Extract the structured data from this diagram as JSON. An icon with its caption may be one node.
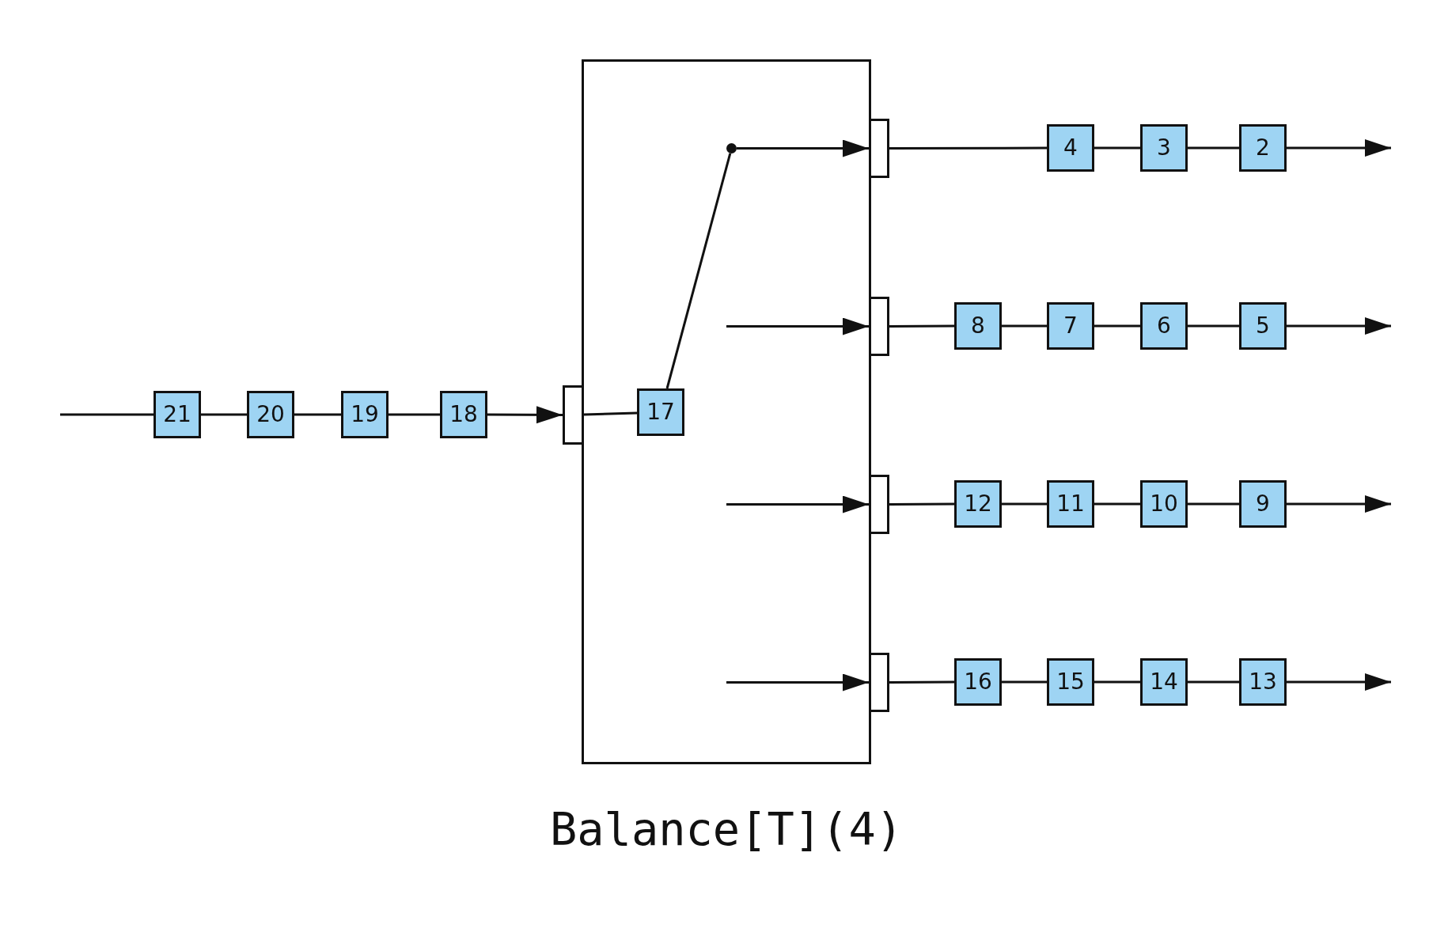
{
  "diagram": {
    "nodes": [
      {
        "text": [],
        "shape": "box",
        "beside": [
          "Balance[T](4)"
        ]
      },
      {
        "text": [
          "21"
        ]
      },
      {
        "text": [
          "20"
        ]
      },
      {
        "text": [
          "19"
        ]
      },
      {
        "text": [
          "18"
        ]
      },
      {
        "text": [],
        "shape": "box"
      },
      {
        "text": [
          "17"
        ],
        "in": 0
      },
      {
        "text": [],
        "shape": "circle",
        "in": 0
      },
      {
        "text": [],
        "shape": "box"
      },
      {
        "text": [
          "4"
        ]
      },
      {
        "text": [
          "3"
        ]
      },
      {
        "text": [
          "2"
        ]
      },
      {
        "text": [],
        "shape": "box"
      },
      {
        "text": [
          "8"
        ]
      },
      {
        "text": [
          "7"
        ]
      },
      {
        "text": [
          "6"
        ]
      },
      {
        "text": [
          "5"
        ]
      },
      {
        "text": [],
        "shape": "box"
      },
      {
        "text": [
          "12"
        ]
      },
      {
        "text": [
          "11"
        ]
      },
      {
        "text": [
          "10"
        ]
      },
      {
        "text": [
          "9"
        ]
      },
      {
        "text": [],
        "shape": "box"
      },
      {
        "text": [
          "16"
        ]
      },
      {
        "text": [
          "15"
        ]
      },
      {
        "text": [
          "14"
        ]
      },
      {
        "text": [
          "13"
        ]
      }
    ],
    "edges": [
      {
        "from": null,
        "to": 1,
        "arrow": "none"
      },
      {
        "from": 1,
        "to": 2,
        "arrow": "none"
      },
      {
        "from": 2,
        "to": 3,
        "arrow": "none"
      },
      {
        "from": 3,
        "to": 4,
        "arrow": "none"
      },
      {
        "from": 4,
        "to": 5,
        "arrow": "to"
      },
      {
        "from": 5,
        "to": 6,
        "arrow": "none"
      },
      {
        "from": 6,
        "to": 7,
        "arrow": "none"
      },
      {
        "from": 7,
        "to": 8,
        "arrow": "to"
      },
      {
        "from": null,
        "to": 12,
        "arrow": "to"
      },
      {
        "from": null,
        "to": 17,
        "arrow": "to"
      },
      {
        "from": null,
        "to": 22,
        "arrow": "to"
      },
      {
        "from": 8,
        "to": 9,
        "arrow": "none"
      },
      {
        "from": 9,
        "to": 10,
        "arrow": "none"
      },
      {
        "from": 10,
        "to": 11,
        "arrow": "none"
      },
      {
        "from": 11,
        "to": null,
        "arrow": "to"
      },
      {
        "from": 12,
        "to": 13,
        "arrow": "none"
      },
      {
        "from": 13,
        "to": 14,
        "arrow": "none"
      },
      {
        "from": 14,
        "to": 15,
        "arrow": "none"
      },
      {
        "from": 15,
        "to": 16,
        "arrow": "none"
      },
      {
        "from": 16,
        "to": null,
        "arrow": "to"
      },
      {
        "from": 17,
        "to": 18,
        "arrow": "none"
      },
      {
        "from": 18,
        "to": 19,
        "arrow": "none"
      },
      {
        "from": 19,
        "to": 20,
        "arrow": "none"
      },
      {
        "from": 20,
        "to": 21,
        "arrow": "none"
      },
      {
        "from": 21,
        "to": null,
        "arrow": "to"
      },
      {
        "from": 22,
        "to": 23,
        "arrow": "none"
      },
      {
        "from": 23,
        "to": 24,
        "arrow": "none"
      },
      {
        "from": 24,
        "to": 25,
        "arrow": "none"
      },
      {
        "from": 25,
        "to": 26,
        "arrow": "none"
      },
      {
        "from": 26,
        "to": null,
        "arrow": "to"
      }
    ]
  }
}
